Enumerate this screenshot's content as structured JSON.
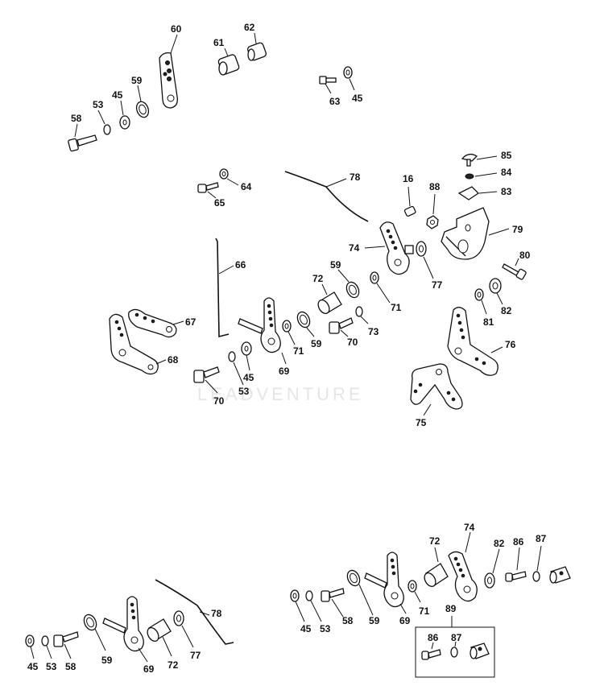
{
  "watermark": "LEADVENTURE",
  "labels": {
    "p60": "60",
    "p61": "61",
    "p62": "62",
    "p63": "63",
    "p45a": "45",
    "p58a": "58",
    "p53a": "53",
    "p45b": "45",
    "p59a": "59",
    "p85": "85",
    "p84": "84",
    "p83": "83",
    "p78a": "78",
    "p16": "16",
    "p88": "88",
    "p64": "64",
    "p65": "65",
    "p79": "79",
    "p74a": "74",
    "p80": "80",
    "p66": "66",
    "p59b": "59",
    "p72a": "72",
    "p77a": "77",
    "p71a": "71",
    "p82a": "82",
    "p81": "81",
    "p67": "67",
    "p73": "73",
    "p70a": "70",
    "p71b": "71",
    "p59c": "59",
    "p76": "76",
    "p68": "68",
    "p45c": "45",
    "p69a": "69",
    "p70b": "70",
    "p53b": "53",
    "p75": "75",
    "p72b": "72",
    "p74b": "74",
    "p82b": "82",
    "p86a": "86",
    "p87a": "87",
    "p78b": "78",
    "p45d": "45",
    "p53c": "53",
    "p58b": "58",
    "p59d": "59",
    "p69b": "69",
    "p71c": "71",
    "p89": "89",
    "p86b": "86",
    "p87b": "87",
    "p45e": "45",
    "p53d": "53",
    "p58c": "58",
    "p59e": "59",
    "p69c": "69",
    "p72c": "72",
    "p77b": "77"
  }
}
